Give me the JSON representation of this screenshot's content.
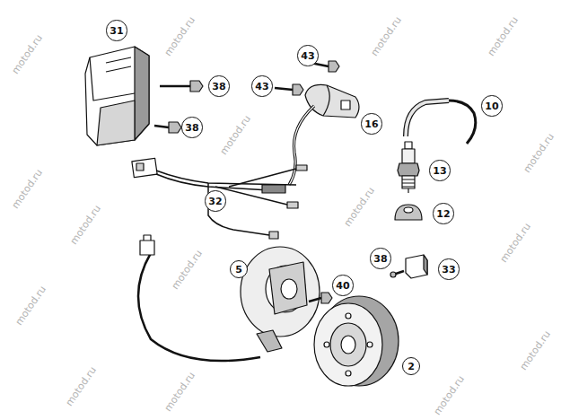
{
  "diagram": {
    "nodes": [
      {
        "text": [
          "43"
        ]
      },
      {
        "text": [
          "31"
        ]
      },
      {
        "text": [
          "43"
        ]
      },
      {
        "text": [
          "38"
        ]
      },
      {
        "text": [
          "10"
        ]
      },
      {
        "text": [
          "16"
        ]
      },
      {
        "text": [
          "38"
        ]
      },
      {
        "text": [
          "13"
        ]
      },
      {
        "text": [
          "32"
        ]
      },
      {
        "text": [
          "12"
        ]
      },
      {
        "text": [
          "33"
        ]
      },
      {
        "text": [
          "38"
        ]
      },
      {
        "text": [
          "5"
        ]
      },
      {
        "text": [
          "40"
        ]
      },
      {
        "text": [
          "2"
        ]
      }
    ],
    "edges": [],
    "labels": [
      "motod.ru",
      "motod.ru",
      "motod.ru",
      "motod.ru",
      "motod.ru",
      "motod.ru",
      "motod.ru",
      "motod.ru",
      "motod.ru",
      "motod.ru",
      "motod.ru",
      "motod.ru",
      "motod.ru",
      "motod.ru",
      "motod.ru",
      "motod.ru"
    ]
  }
}
